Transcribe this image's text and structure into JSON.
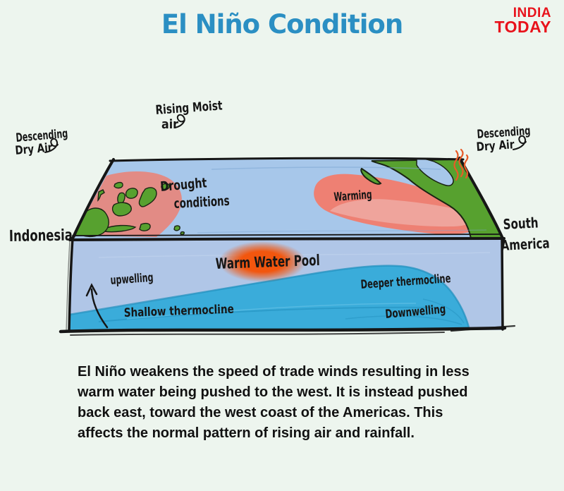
{
  "header": {
    "title": "El Niño Condition",
    "logo_line1": "INDIA",
    "logo_line2": "TODAY"
  },
  "diagram": {
    "air_labels": {
      "rising_line1": "Rising Moist",
      "rising_line2": "air",
      "descending_left_line1": "Descending",
      "descending_left_line2": "Dry Air",
      "descending_right_line1": "Descending",
      "descending_right_line2": "Dry Air"
    },
    "surface_labels": {
      "drought_line1": "Drought",
      "drought_line2": "conditions",
      "warming": "Warming"
    },
    "region_labels": {
      "west": "Indonesia",
      "east_line1": "South",
      "east_line2": "America"
    },
    "ocean_labels": {
      "warm_water_pool": "Warm Water Pool",
      "upwelling": "upwelling",
      "shallow_thermocline": "Shallow thermocline",
      "deeper_thermocline": "Deeper thermocline",
      "downwelling": "Downwelling"
    },
    "colors": {
      "title_blue": "#2b8fc3",
      "logo_red": "#e8121b",
      "surface_ocean": "#a7c7ea",
      "upper_ocean": "#b0c6e7",
      "deep_ocean": "#3aacda",
      "land_green": "#57a12f",
      "drought_pink": "#e28b85",
      "warming_red": "#ee8073",
      "warming_light": "#efa49c",
      "warm_pool_orange": "#f2560e",
      "heat_squiggle_red": "#e75b28",
      "outline_black": "#161616",
      "background": "#edf5ee"
    }
  },
  "caption": {
    "lines": [
      "El Niño weakens the speed of trade winds resulting in less",
      "warm water being pushed to the west. It is instead pushed",
      "back east, toward the west coast of the Americas. This",
      "affects the normal pattern of rising air and rainfall."
    ]
  }
}
